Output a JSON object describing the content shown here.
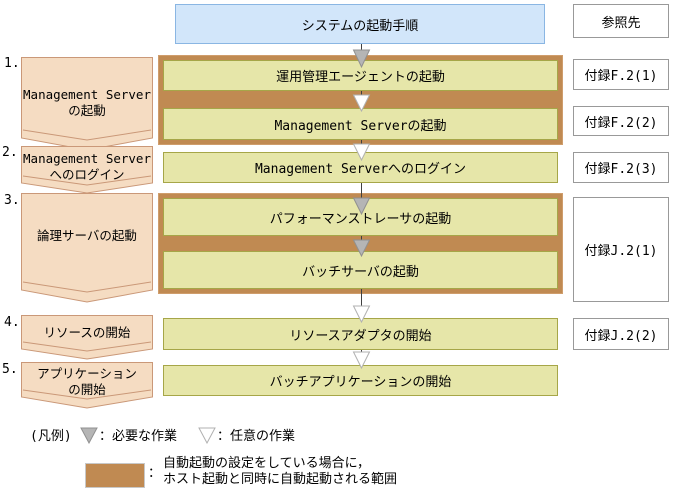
{
  "figure_title": "システムの起動手順",
  "reference_column": {
    "header": "参照先",
    "items": [
      "付録F.2(1)",
      "付録F.2(2)",
      "付録F.2(3)",
      "付録J.2(1)",
      "付録J.2(2)"
    ]
  },
  "steps": [
    {
      "num": "1.",
      "lines": [
        "Management Server",
        "の起動"
      ]
    },
    {
      "num": "2.",
      "lines": [
        "Management Server",
        "へのログイン"
      ]
    },
    {
      "num": "3.",
      "lines": [
        "論理サーバの起動",
        ""
      ]
    },
    {
      "num": "4.",
      "lines": [
        "リソースの開始",
        ""
      ]
    },
    {
      "num": "5.",
      "lines": [
        "アプリケーション",
        "の開始"
      ]
    }
  ],
  "tasks": [
    "運用管理エージェントの起動",
    "Management Serverの起動",
    "Management Serverへのログイン",
    "パフォーマンストレーサの起動",
    "バッチサーバの起動",
    "リソースアダプタの開始",
    "バッチアプリケーションの開始"
  ],
  "legend": {
    "title": "(凡例)",
    "required_label": "：必要な作業",
    "optional_label": "：任意の作業",
    "auto_start_colon": "：",
    "auto_start_lines": [
      "自動起動の設定をしている場合に，",
      "ホスト起動と同時に自動起動される範囲"
    ]
  },
  "colors": {
    "title_fill": "#d2e6fa",
    "title_border": "#8ab6e3",
    "task_fill": "#e6e6a9",
    "task_border": "#a6a648",
    "auto_start_fill": "#c08a52",
    "step_banner_fill": "#f5dcc2",
    "step_banner_border": "#ca9878",
    "required_arrow_fill": "#b5b5b5",
    "optional_arrow_fill": "#ffffff",
    "reference_border": "#999999"
  }
}
